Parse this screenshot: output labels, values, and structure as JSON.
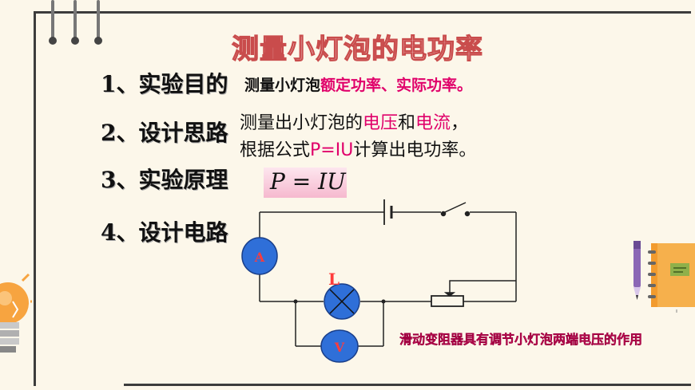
{
  "title": "测量小灯泡的电功率",
  "items": [
    {
      "label": "1、实验目的"
    },
    {
      "label": "2、设计思路"
    },
    {
      "label": "3、实验原理"
    },
    {
      "label": "4、设计电路"
    }
  ],
  "purpose": {
    "prefix": "测量小灯泡",
    "highlight": "额定功率、实际功率。"
  },
  "idea": {
    "line1_a": "测量出小灯泡的",
    "line1_b": "电压",
    "line1_c": "和",
    "line1_d": "电流",
    "line1_e": "，",
    "line2_a": "根据公式",
    "line2_b": "P=IU",
    "line2_c": "计算出电功率。"
  },
  "formula": "P = IU",
  "circuit": {
    "ammeter": "A",
    "voltmeter": "V",
    "lamp": "L"
  },
  "note": "滑动变阻器具有调节小灯泡两端电压的作用",
  "colors": {
    "accent": "#e0006a",
    "title_fill": "#f8d2d2",
    "title_stroke": "#c94c4c",
    "meter_fill": "#2f6fd8",
    "meter_text": "#ff3c3c"
  },
  "icons": [
    "pushpin-icon",
    "light-bulb-icon",
    "notebook-icon",
    "pen-icon"
  ]
}
